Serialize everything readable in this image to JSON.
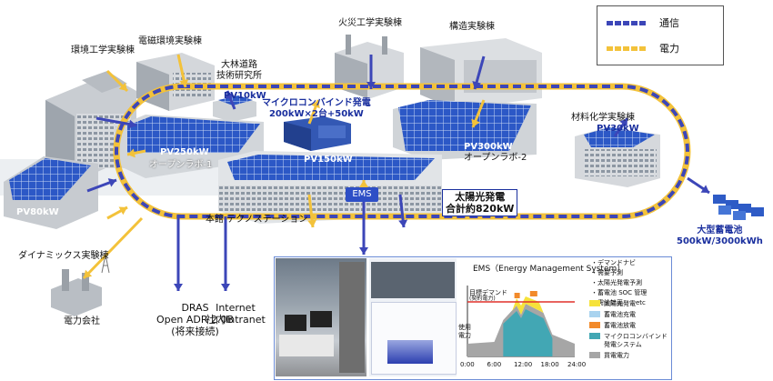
{
  "legend": {
    "comm_label": "通信",
    "power_label": "電力"
  },
  "buildings": {
    "kankyo": "環境工学実験棟",
    "denji": "電磁環境実験棟",
    "obayashi_1": "大林道路",
    "obayashi_2": "技術研究所",
    "kasai": "火災工学実験棟",
    "kozo": "構造実験棟",
    "zairyo": "材料化学実験棟",
    "dynamics": "ダイナミックス実験棟",
    "honkan": "本館 テクノステーション",
    "openlab1": "オープンラボ-1",
    "openlab2": "オープンラボ-2"
  },
  "pv": {
    "pv10": "PV10kW",
    "pv250": "PV250kW",
    "pv150": "PV150kW",
    "pv300": "PV300kW",
    "pv30": "PV30kW",
    "pv80": "PV80kW"
  },
  "micro": {
    "line1": "マイクロコンバインド発電",
    "line2": "200kW×2台+50kW"
  },
  "solar": {
    "line1": "太陽光発電",
    "line2": "合計約820kW"
  },
  "battery": {
    "line1": "大型蓄電池",
    "line2": "500kW/3000kWh"
  },
  "ems_label": "EMS",
  "externals": {
    "power_company": "電力会社",
    "dras_1": "DRAS",
    "dras_2": "Open ADR 2.0B",
    "dras_3": "(将来接続)",
    "internet_1": "Internet",
    "internet_2": "社内Intranet"
  },
  "ems_chart": {
    "title": "EMS（Energy Management System）",
    "bullets": [
      "・デマンドナビ",
      "・需要予測",
      "・太陽光発電予測",
      "・蓄電池 SOC 管理",
      "・需給計画　　etc"
    ],
    "target_1": "目標デマンド",
    "target_2": "(契約電力)",
    "ylabel_1": "使用",
    "ylabel_2": "電力",
    "xticks": [
      "0:00",
      "6:00",
      "12:00",
      "18:00",
      "24:00"
    ],
    "series": [
      {
        "name": "太陽光発電",
        "color": "#f6e23a"
      },
      {
        "name": "蓄電池充電",
        "color": "#a9d3ef"
      },
      {
        "name": "蓄電池放電",
        "color": "#f28a2a"
      },
      {
        "name": "マイクロコンバインド",
        "name2": "発電システム",
        "color": "#42a7b4"
      },
      {
        "name": "買電電力",
        "color": "#a6a6a6"
      }
    ],
    "target_color": "#e0312a"
  },
  "colors": {
    "comm": "#3c46b8",
    "power": "#f3c23a"
  }
}
